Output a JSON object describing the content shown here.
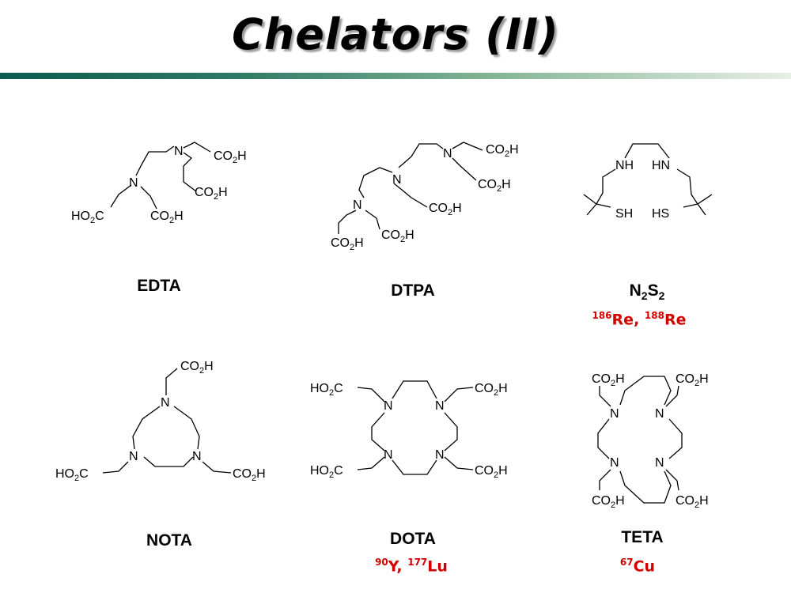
{
  "title": "Chelators (II)",
  "colors": {
    "isotope_text": "#d40000",
    "rule_start": "#0b5a4e",
    "rule_end": "#e8efe6"
  },
  "chelators": [
    {
      "name": "EDTA",
      "isotopes": []
    },
    {
      "name": "DTPA",
      "isotopes": []
    },
    {
      "name_main": "N",
      "name_sub1": "2",
      "name_mid": "S",
      "name_sub2": "2",
      "isotopes": [
        {
          "mass": "186",
          "symbol": "Re"
        },
        {
          "mass": "188",
          "symbol": "Re"
        }
      ]
    },
    {
      "name": "NOTA",
      "isotopes": []
    },
    {
      "name": "DOTA",
      "isotopes": [
        {
          "mass": "90",
          "symbol": "Y"
        },
        {
          "mass": "177",
          "symbol": "Lu"
        }
      ]
    },
    {
      "name": "TETA",
      "isotopes": [
        {
          "mass": "67",
          "symbol": "Cu"
        }
      ]
    }
  ],
  "atoms": {
    "n": "N",
    "nh": "NH",
    "hn": "HN",
    "sh": "SH",
    "hs": "HS",
    "co2h_a": "CO",
    "co2h_b": "2",
    "co2h_c": "H",
    "ho2c_a": "HO",
    "ho2c_b": "2",
    "ho2c_c": "C"
  },
  "separator": ", "
}
